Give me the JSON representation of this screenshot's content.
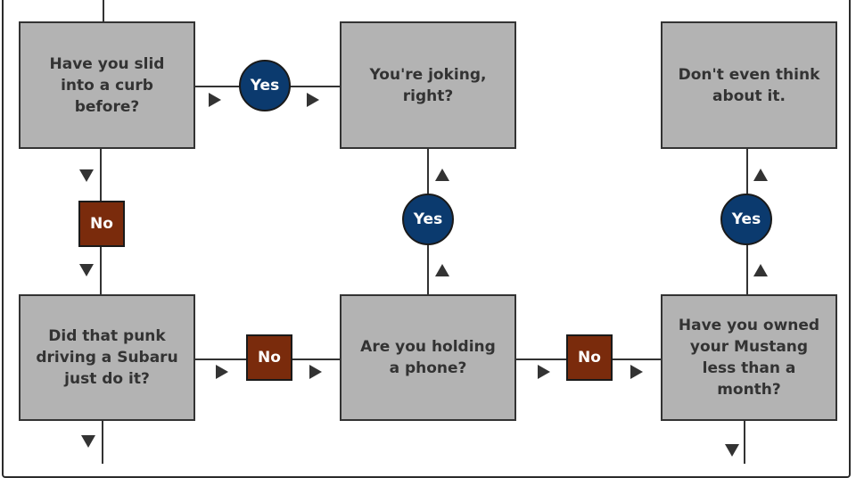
{
  "nodes": {
    "slid_curb": "Have you slid\ninto a curb\nbefore?",
    "joking": "You're joking,\nright?",
    "dont_think": "Don't even think\nabout it.",
    "subaru": "Did that punk\ndriving a Subaru\njust do it?",
    "phone": "Are you holding\na phone?",
    "mustang": "Have you owned\nyour Mustang\nless than a\nmonth?"
  },
  "labels": {
    "yes": "Yes",
    "no": "No"
  },
  "colors": {
    "box_fill": "#b3b3b3",
    "yes_fill": "#0b3a6e",
    "no_fill": "#7a2b0c",
    "line": "#333333"
  }
}
